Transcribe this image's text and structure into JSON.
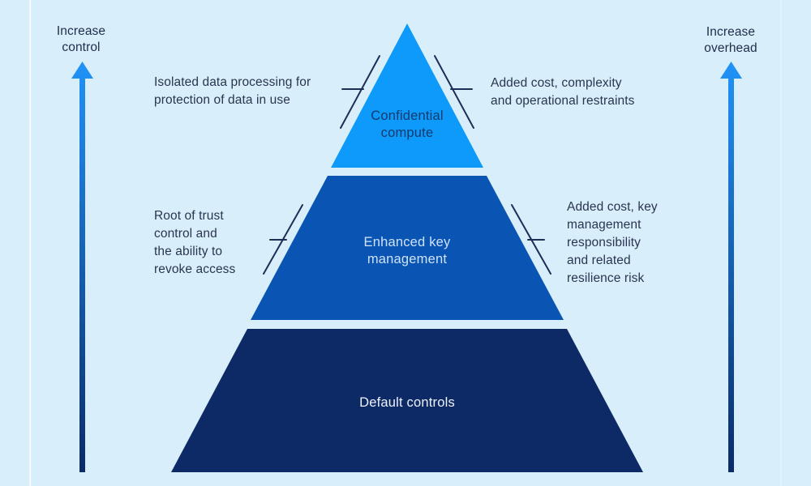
{
  "page": {
    "background": "#d8eefb",
    "type_hint": "pyramid-diagram"
  },
  "left_axis": {
    "label": "Increase\ncontrol"
  },
  "right_axis": {
    "label": "Increase\noverhead"
  },
  "arrow_gradient": {
    "top": "#2093f8",
    "bottom": "#0a2b68"
  },
  "callout_color": "#1c2f57",
  "pyramid": {
    "tiers": [
      {
        "label": "Confidential\ncompute",
        "color": "#0d9afb",
        "left_note": "Isolated data processing for\nprotection of data in use",
        "right_note": "Added cost, complexity\nand operational restraints"
      },
      {
        "label": "Enhanced key\nmanagement",
        "color": "#0a55b4",
        "left_note": "Root of trust\ncontrol and\nthe ability to\nrevoke access",
        "right_note": "Added cost, key\nmanagement\nresponsibility\nand related\nresilience risk"
      },
      {
        "label": "Default controls",
        "color": "#0d2a67"
      }
    ]
  }
}
